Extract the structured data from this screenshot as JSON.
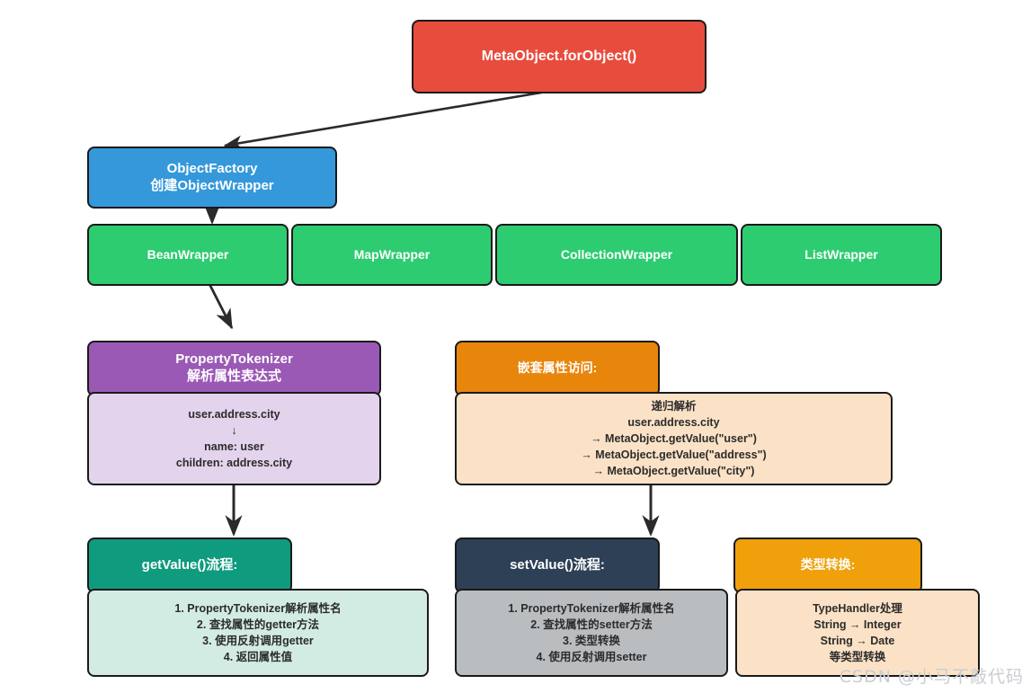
{
  "diagram": {
    "title_node": {
      "label": "MetaObject.forObject()",
      "color": "#e84c3d"
    },
    "factory_node": {
      "label": "ObjectFactory\n创建ObjectWrapper",
      "color": "#3498db"
    },
    "wrappers": [
      {
        "label": "BeanWrapper",
        "color": "#2ecc71"
      },
      {
        "label": "MapWrapper",
        "color": "#2ecc71"
      },
      {
        "label": "CollectionWrapper",
        "color": "#2ecc71"
      },
      {
        "label": "ListWrapper",
        "color": "#2ecc71"
      }
    ],
    "tokenizer": {
      "header": "PropertyTokenizer\n解析属性表达式",
      "header_color": "#9b59b6",
      "body": "user.address.city\n↓\nname: user\nchildren: address.city",
      "body_color": "#e4d3ec"
    },
    "nested_access": {
      "header": "嵌套属性访问:",
      "header_color": "#e8860c",
      "body": "递归解析\nuser.address.city\n→ MetaObject.getValue(\"user\")\n→ MetaObject.getValue(\"address\")\n→ MetaObject.getValue(\"city\")",
      "body_color": "#fbe2c6"
    },
    "get_value": {
      "header": "getValue()流程:",
      "header_color": "#0f9b7e",
      "body": "1. PropertyTokenizer解析属性名\n2. 查找属性的getter方法\n3. 使用反射调用getter\n4. 返回属性值",
      "body_color": "#d3ece3"
    },
    "set_value": {
      "header": "setValue()流程:",
      "header_color": "#2e4056",
      "body": "1. PropertyTokenizer解析属性名\n2. 查找属性的setter方法\n3. 类型转换\n4. 使用反射调用setter",
      "body_color": "#b9bdc0"
    },
    "type_conversion": {
      "header": "类型转换:",
      "header_color": "#efa00b",
      "body": "TypeHandler处理\nString → Integer\nString → Date\n等类型转换",
      "body_color": "#fbe2c6"
    },
    "watermark": "CSDN @小马不敲代码"
  }
}
